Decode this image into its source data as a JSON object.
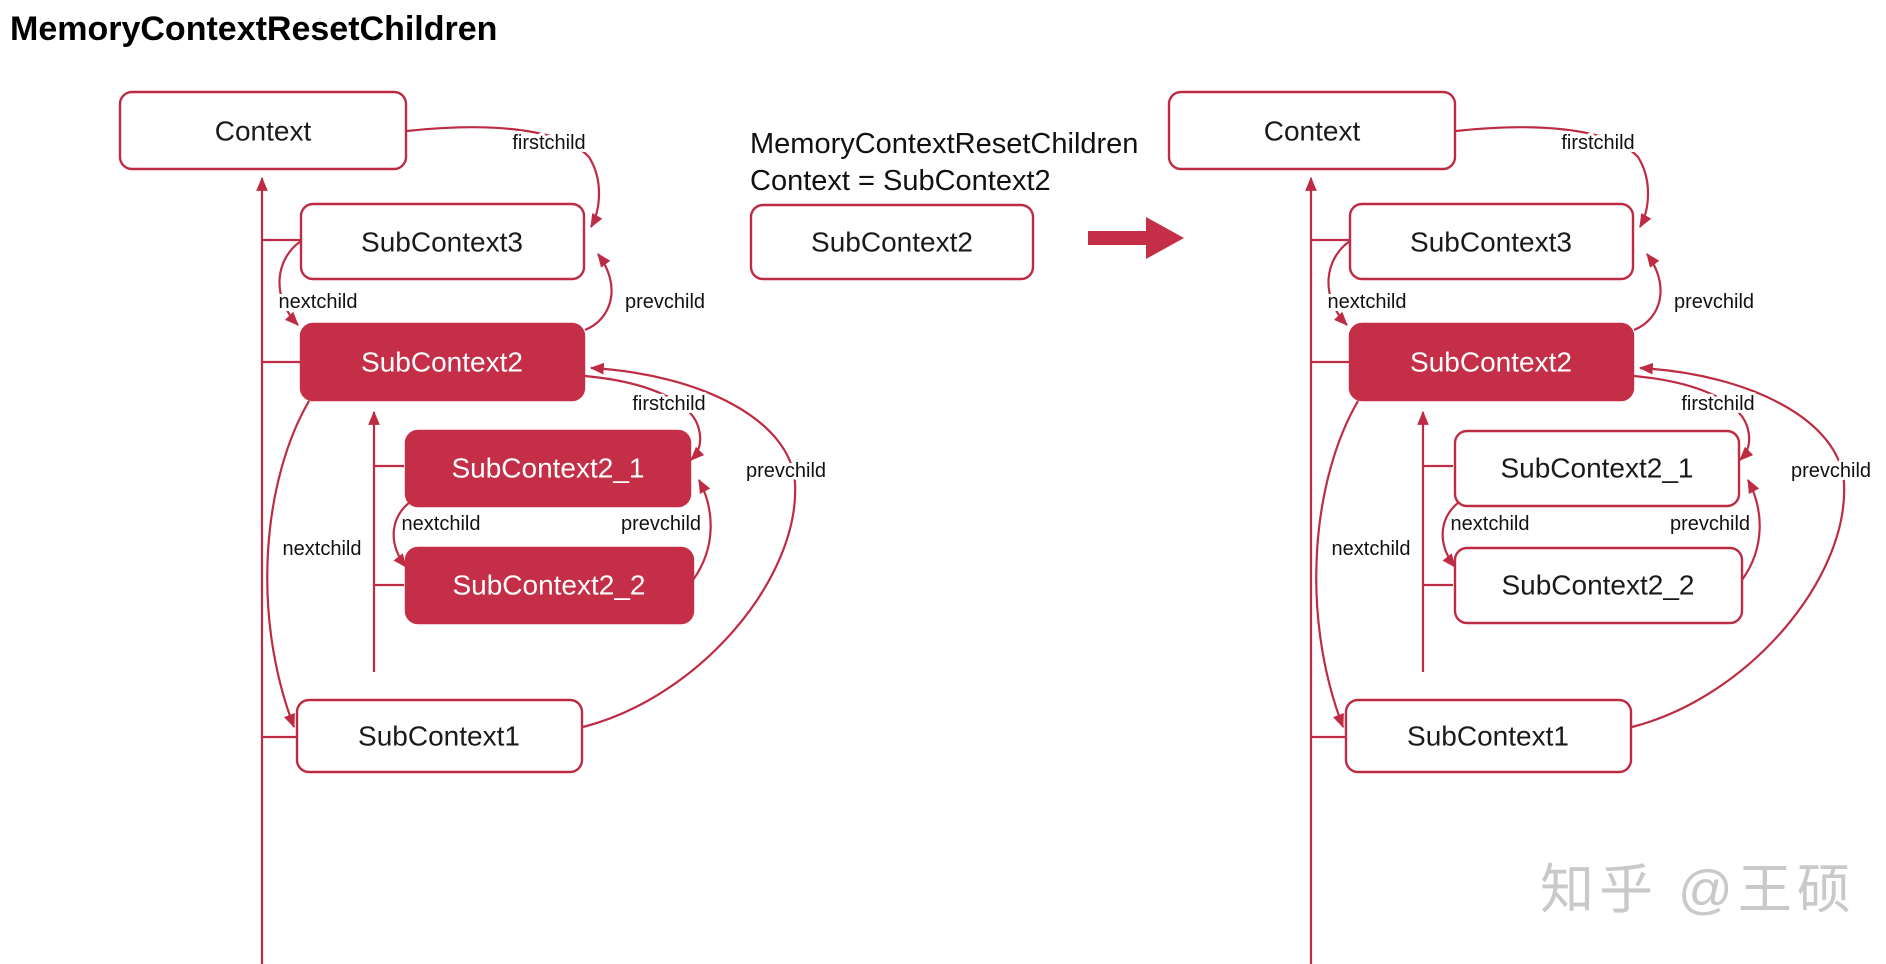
{
  "title": "MemoryContextResetChildren",
  "annotation": {
    "line1": "MemoryContextResetChildren",
    "line2": "Context = SubContext2"
  },
  "middle": {
    "box_label": "SubContext2",
    "arrow": "right-arrow"
  },
  "watermark": "知乎 @王硕",
  "colors": {
    "red_stroke": "#BE2C44",
    "red_fill": "#C52E47",
    "text_dark": "#1A1A1A",
    "watermark_gray": "#C9C9C9",
    "background": "#FFFFFF"
  },
  "left": {
    "nodes": {
      "context": "Context",
      "sub3": "SubContext3",
      "sub2": "SubContext2",
      "sub2_1": "SubContext2_1",
      "sub2_2": "SubContext2_2",
      "sub1": "SubContext1"
    },
    "highlighted_nodes": [
      "SubContext2",
      "SubContext2_1",
      "SubContext2_2"
    ],
    "labels": {
      "firstchild_root": "firstchild",
      "nextchild_3_to_2": "nextchild",
      "prevchild_2_to_3": "prevchild",
      "firstchild_sub2": "firstchild",
      "prevchild_1_to_2": "prevchild",
      "nextchild_21_to_22": "nextchild",
      "prevchild_22_to_21": "prevchild",
      "nextchild_2_to_1": "nextchild"
    }
  },
  "right": {
    "nodes": {
      "context": "Context",
      "sub3": "SubContext3",
      "sub2": "SubContext2",
      "sub2_1": "SubContext2_1",
      "sub2_2": "SubContext2_2",
      "sub1": "SubContext1"
    },
    "highlighted_nodes": [
      "SubContext2"
    ],
    "labels": {
      "firstchild_root": "firstchild",
      "nextchild_3_to_2": "nextchild",
      "prevchild_2_to_3": "prevchild",
      "firstchild_sub2": "firstchild",
      "prevchild_1_to_2": "prevchild",
      "nextchild_21_to_22": "nextchild",
      "prevchild_22_to_21": "prevchild",
      "nextchild_2_to_1": "nextchild"
    }
  }
}
